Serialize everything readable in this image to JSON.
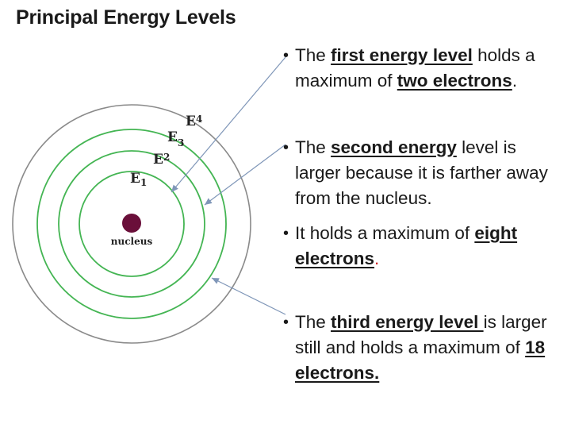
{
  "title": "Principal Energy Levels",
  "labels": {
    "nucleus": "nucleus",
    "levels": [
      {
        "letter": "E",
        "sub": "1"
      },
      {
        "letter": "E",
        "sub": "2"
      },
      {
        "letter": "E",
        "sub": "3"
      },
      {
        "letter": "E",
        "sub": "4"
      }
    ]
  },
  "colors": {
    "ring": "#44b553",
    "outer_ring": "#8a8a8a",
    "nucleus": "#6a0f3a",
    "arrow": "#7f96b8"
  },
  "bullets": {
    "b1": {
      "t1": "The ",
      "t2": "first energy level",
      "t3": " holds a maximum of ",
      "t4": "two electrons",
      "t5": "."
    },
    "b2": {
      "t1": "The ",
      "t2": "second energy",
      "t3": " level is larger because it is farther away from the nucleus."
    },
    "b3": {
      "t1": "It holds a maximum of ",
      "t2": "eight electrons",
      "t3": "."
    },
    "b4": {
      "t1": "The ",
      "t2": "third energy level ",
      "t3": "is larger still and holds a maximum of ",
      "t4": "18 electrons."
    }
  }
}
